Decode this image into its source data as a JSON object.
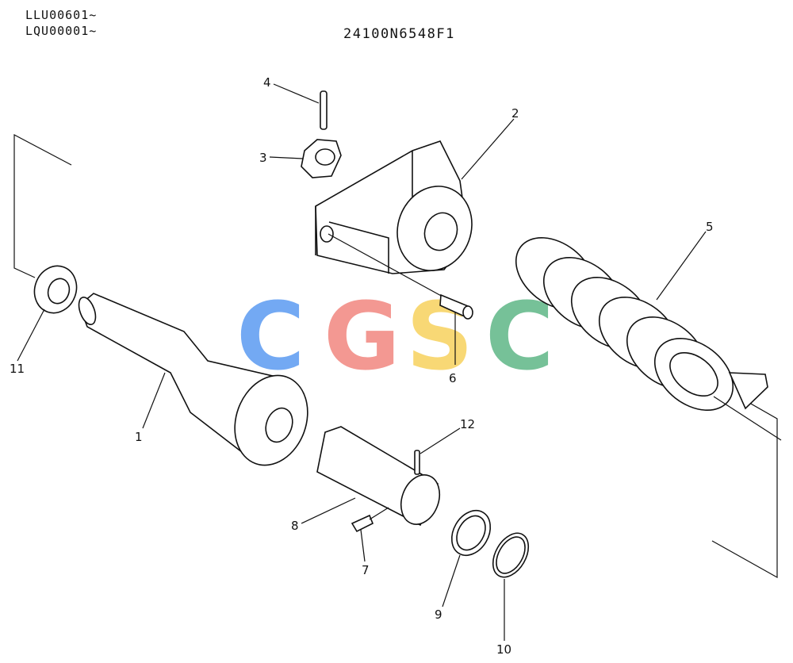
{
  "header": {
    "serial_range_1": "LLU00601~",
    "serial_range_2": "LQU00001~",
    "drawing_number": "24100N6548F1"
  },
  "watermark": {
    "letters": [
      "C",
      "G",
      "S",
      "C"
    ],
    "colors": [
      "#5b9bf2",
      "#f2877f",
      "#f7d25e",
      "#5fb787"
    ]
  },
  "callouts": [
    "1",
    "2",
    "3",
    "4",
    "5",
    "6",
    "7",
    "8",
    "9",
    "10",
    "11",
    "12"
  ]
}
